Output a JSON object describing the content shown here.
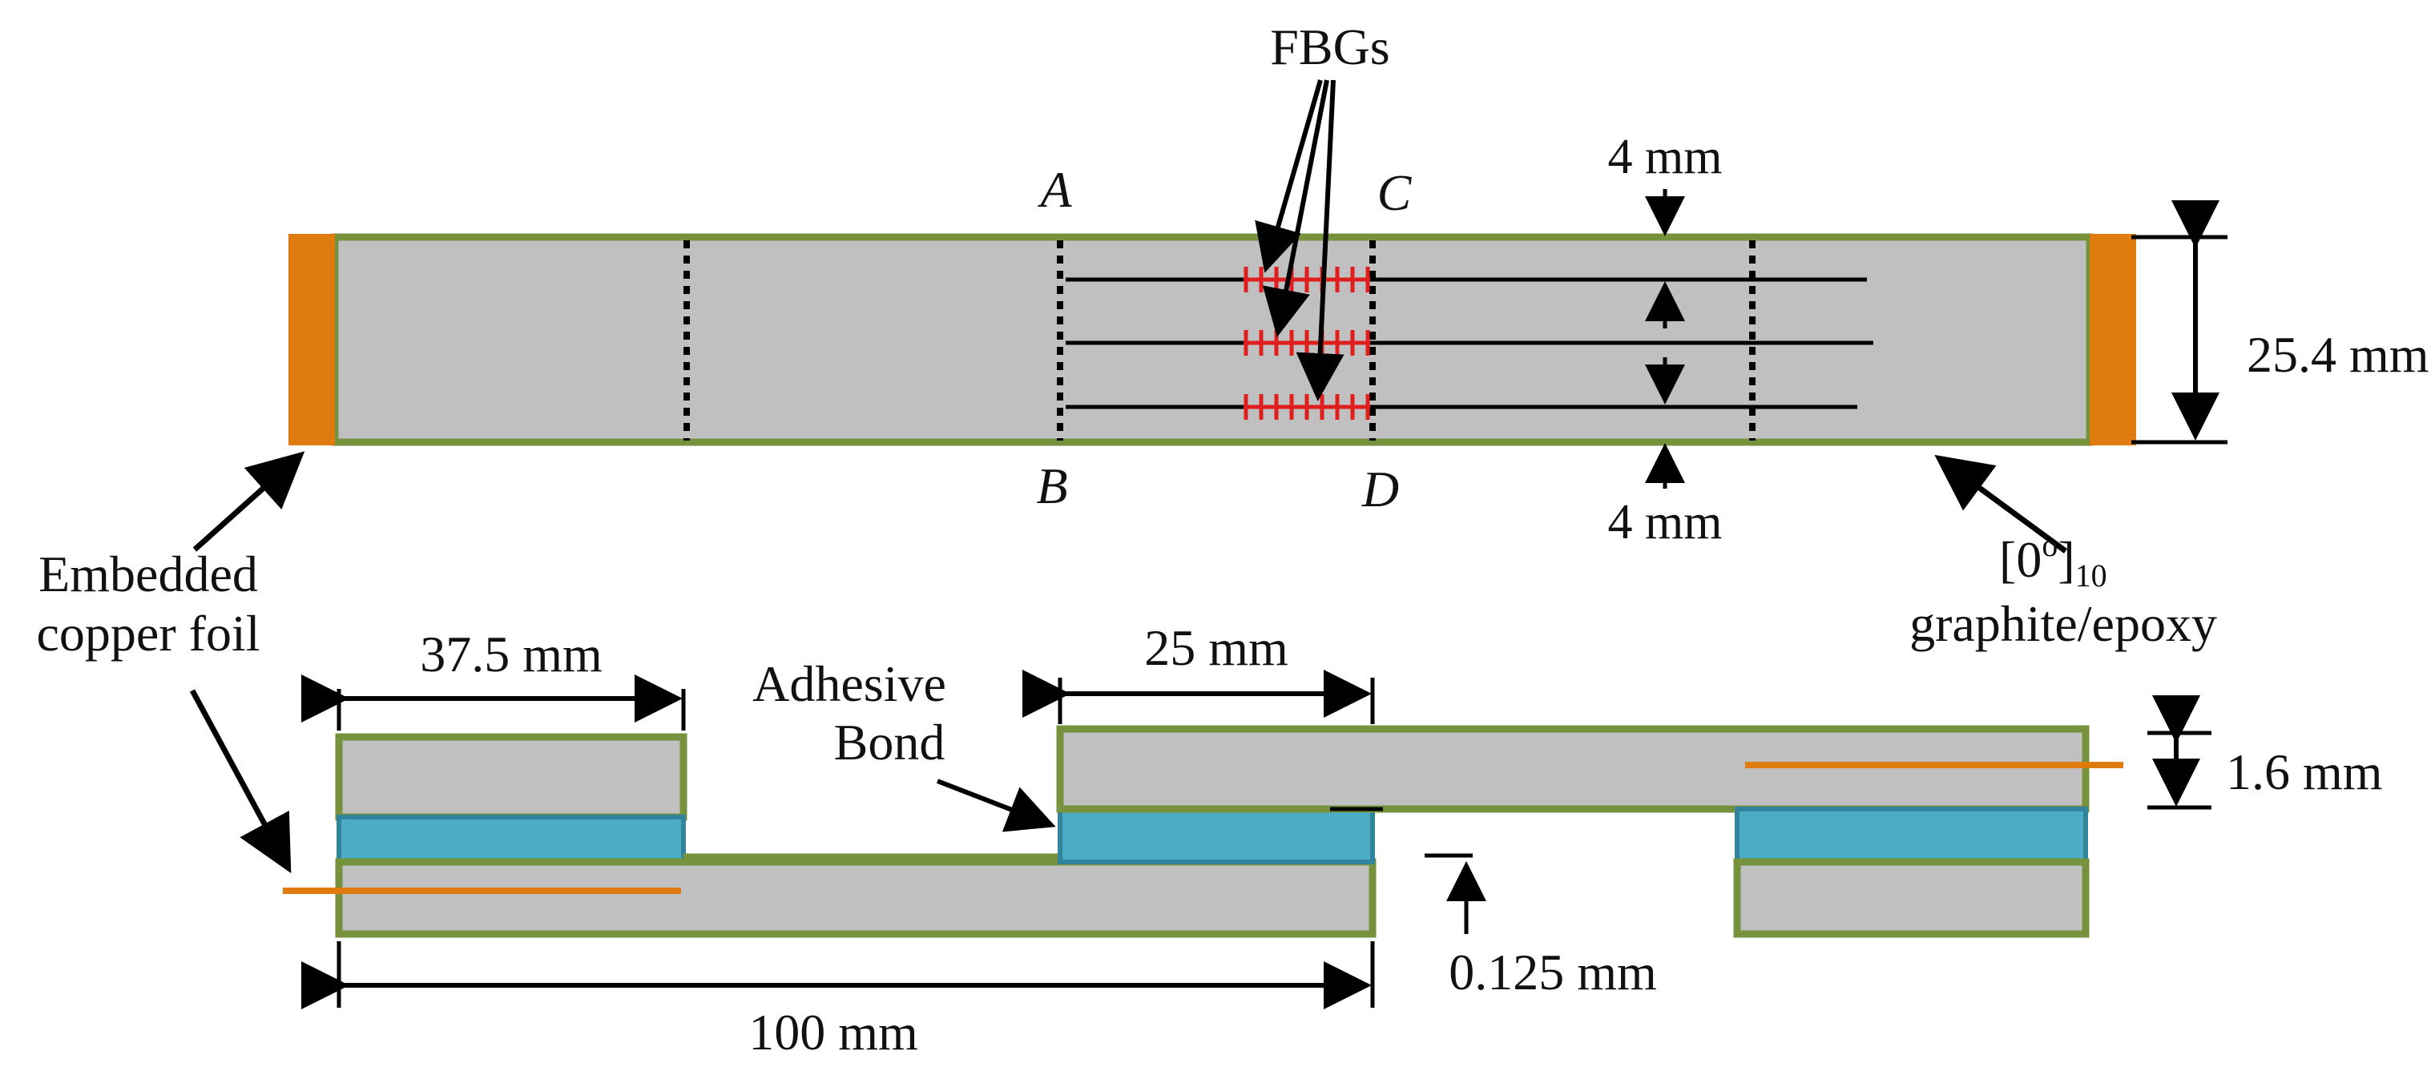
{
  "labels": {
    "fbgs": "FBGs",
    "point_a": "A",
    "point_b": "B",
    "point_c": "C",
    "point_d": "D",
    "dim_4mm_top": "4 mm",
    "dim_4mm_bottom": "4 mm",
    "dim_width": "25.4 mm",
    "embedded_line1": "Embedded",
    "embedded_line2": "copper foil",
    "layup_bracket_open": "[0",
    "layup_degree": "o",
    "layup_bracket_close": "]",
    "layup_subscript": "10",
    "layup_material": "graphite/epoxy",
    "dim_37_5": "37.5 mm",
    "dim_25": "25 mm",
    "adhesive_line1": "Adhesive",
    "adhesive_line2": "Bond",
    "dim_1_6": "1.6 mm",
    "dim_0_125": "0.125 mm",
    "dim_100": "100 mm"
  },
  "colors": {
    "laminate_fill": "#c0c0c0",
    "laminate_edge": "#76923c",
    "copper_foil": "#e07b10",
    "adhesive": "#4bacc6",
    "adhesive_edge": "#31849b",
    "fbg_marks": "#e01e1e",
    "lines": "#000000"
  }
}
